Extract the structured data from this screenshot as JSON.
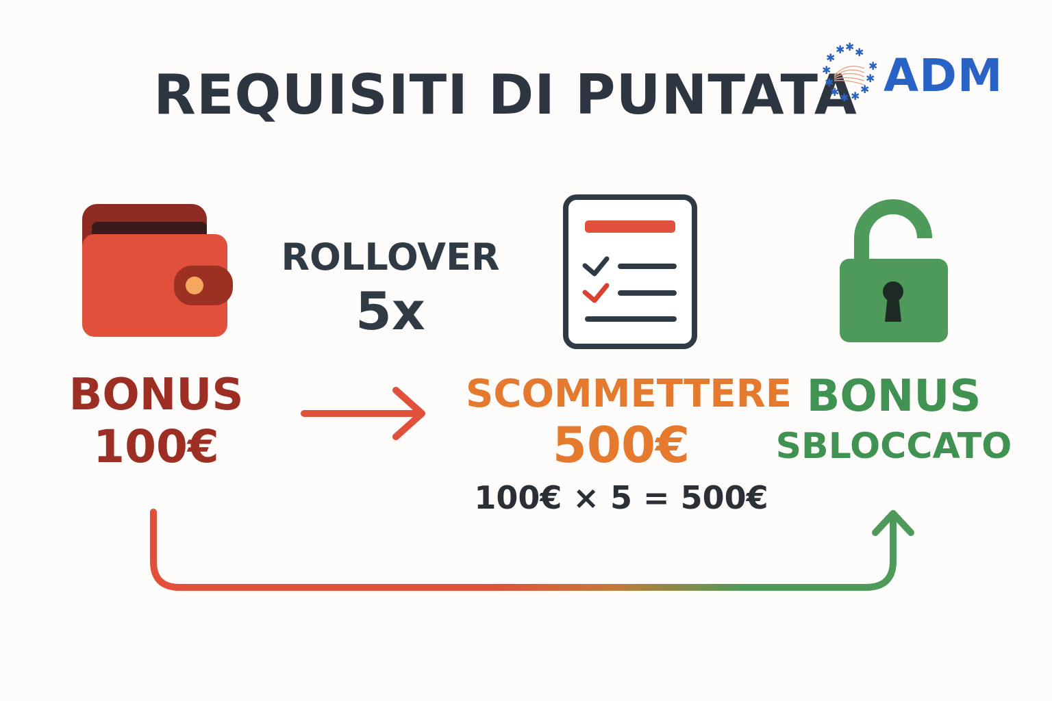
{
  "title": "REQUISITI DI PUNTATA",
  "logo": {
    "text": "ADM",
    "color": "#2a63c6",
    "star_color": "#2a63c6"
  },
  "steps": {
    "bonus": {
      "icon": "wallet-icon",
      "label": "BONUS",
      "amount": "100€",
      "color": "#9d2e23"
    },
    "rollover": {
      "label": "ROLLOVER",
      "multiplier": "5x",
      "color": "#2f3a45"
    },
    "bet": {
      "icon": "checklist-icon",
      "label": "SCOMMETTERE",
      "amount": "500€",
      "formula": "100€ × 5 = 500€",
      "color": "#e57a2e"
    },
    "unlocked": {
      "icon": "unlocked-padlock-icon",
      "label": "BONUS",
      "sublabel": "SBLOCCATO",
      "color": "#3f9251"
    }
  },
  "colors": {
    "red": "#e0503a",
    "orange": "#e57a2e",
    "green": "#4d9a5a",
    "dark": "#2f3a45"
  }
}
